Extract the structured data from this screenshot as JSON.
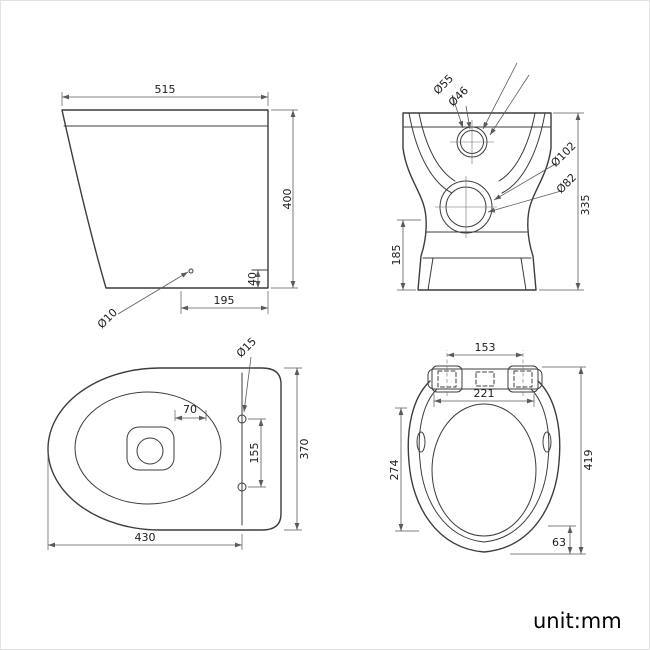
{
  "unit_label": "unit:mm",
  "colors": {
    "ink": "#3c3c3c",
    "dim_line": "#5a5a5a",
    "text": "#1c1c1c"
  },
  "side_view": {
    "dim_width": "515",
    "dim_height": "400",
    "dim_outlet_height": "40",
    "dim_outlet_depth": "195",
    "label_hole": "Ø10"
  },
  "front_view": {
    "label_flush_outer": "Ø55",
    "label_flush_inner": "Ø46",
    "label_inlet_outer": "Ø102",
    "label_inlet_inner": "Ø82",
    "dim_height": "335",
    "dim_base_height": "185"
  },
  "top_view": {
    "label_hole": "Ø15",
    "dim_hole_offset": "70",
    "dim_hole_spacing": "155",
    "dim_depth": "370",
    "dim_width": "430"
  },
  "seat_view": {
    "dim_hinge_centers": "153",
    "dim_seat_width": "221",
    "dim_inner_length": "274",
    "dim_total_length": "419",
    "dim_hinge_offset": "63"
  }
}
